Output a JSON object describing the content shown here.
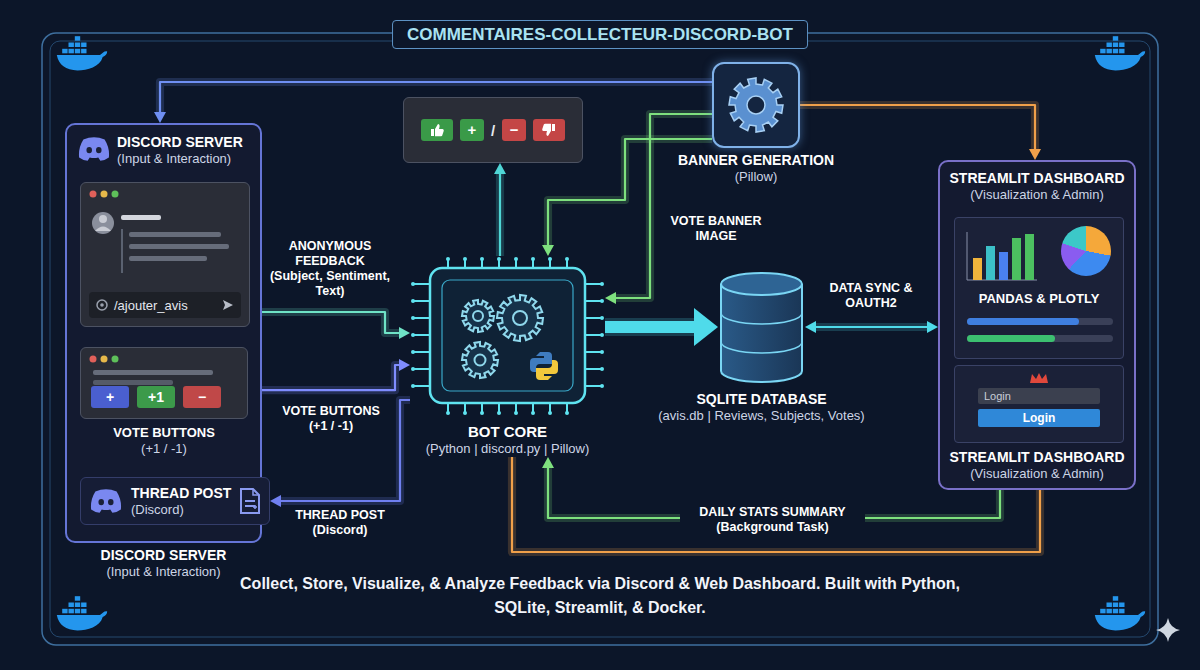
{
  "diagram": {
    "title": "COMMENTAIRES-COLLECTEUR-DISCORD-BOT",
    "caption": "Collect, Store, Visualize, & Analyze Feedback via Discord & Web Dashboard. Built with Python, SQLite, Streamlit, & Docker.",
    "nodes": [
      {
        "text": [
          "DISCORD SERVER",
          "(Input & Interaction)",
          "DISCORD SERVER",
          "(Input & Interaction)"
        ]
      },
      {
        "text": [
          "/ajouter_avis"
        ],
        "in": 0
      },
      {
        "text": [
          "+",
          "+1",
          "−",
          "VOTE BUTTONS",
          "(+1 / -1)"
        ],
        "in": 0
      },
      {
        "text": [
          "THREAD POST",
          "(Discord)"
        ],
        "in": 0
      },
      {
        "text": [
          "BOT CORE",
          "(Python | discord.py | Pillow)"
        ]
      },
      {
        "text": [
          "+",
          "/",
          "−"
        ]
      },
      {
        "text": [
          "BANNER GENERATION",
          "(Pillow)"
        ]
      },
      {
        "text": [
          "SQLITE DATABASE",
          "(avis.db | Reviews, Subjects, Votes)"
        ]
      },
      {
        "text": [
          "STREAMLIT DASHBOARD",
          "(Visualization & Admin)",
          "STREAMLIT DASHBOARD",
          "(Visualization & Admin)"
        ]
      },
      {
        "text": [
          "PANDAS & PLOTLY"
        ],
        "in": 8
      },
      {
        "text": [
          "Login",
          "Login"
        ],
        "in": 8
      }
    ],
    "edges": [
      {
        "from": 1,
        "to": 4,
        "label": "ANONYMOUS FEEDBACK (Subject, Sentiment, Text)",
        "arrow": "to"
      },
      {
        "from": 2,
        "to": 4,
        "label": "VOTE BUTTONS (+1 / -1)",
        "arrow": "to"
      },
      {
        "from": 4,
        "to": 3,
        "label": "THREAD POST (Discord)",
        "arrow": "to"
      },
      {
        "from": 4,
        "to": 5,
        "arrow": "to"
      },
      {
        "from": 6,
        "to": 4,
        "arrow": "to"
      },
      {
        "from": 6,
        "to": 4,
        "label": "VOTE BANNER IMAGE",
        "arrow": "to"
      },
      {
        "from": 6,
        "to": 0,
        "arrow": "to"
      },
      {
        "from": 6,
        "to": 8,
        "arrow": "to"
      },
      {
        "from": 4,
        "to": 7,
        "arrow": "to"
      },
      {
        "from": 7,
        "to": 8,
        "label": "DATA SYNC & OAUTH2",
        "arrow": "both"
      },
      {
        "from": 8,
        "to": 4,
        "label": "DAILY STATS SUMMARY (Background Task)",
        "arrow": "to"
      },
      {
        "from": 8,
        "to": 4,
        "arrow": "none"
      }
    ]
  }
}
